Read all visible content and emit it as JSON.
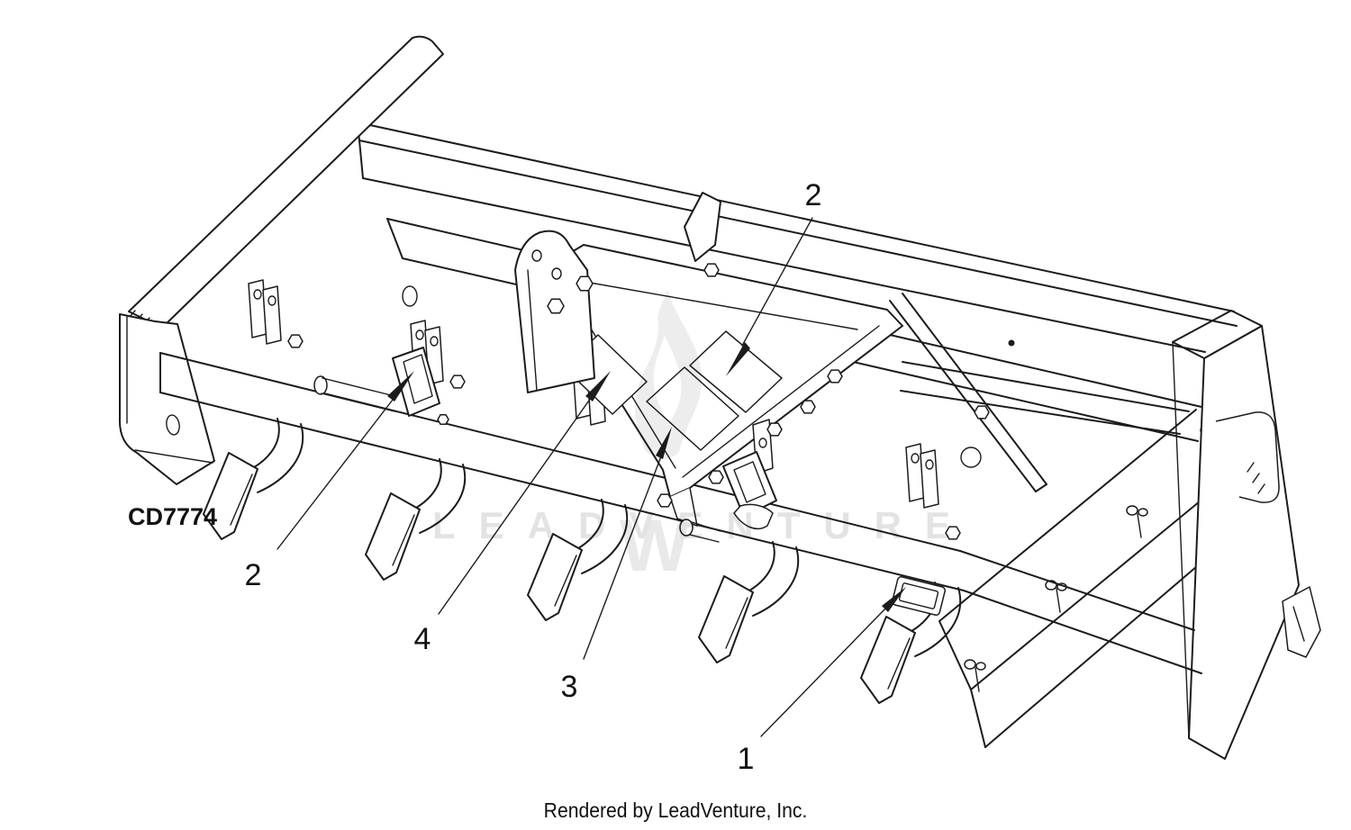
{
  "figure": {
    "type": "parts-diagram",
    "drawing_code": "CD7774",
    "callouts": [
      "2",
      "2",
      "4",
      "3",
      "1"
    ],
    "watermark": {
      "text": "LEADVENTURE",
      "monogram": "W",
      "color": "#e3e3e3"
    },
    "footer": "Rendered by LeadVenture, Inc.",
    "colors": {
      "background": "#ffffff",
      "line": "#1c1c1c"
    }
  }
}
